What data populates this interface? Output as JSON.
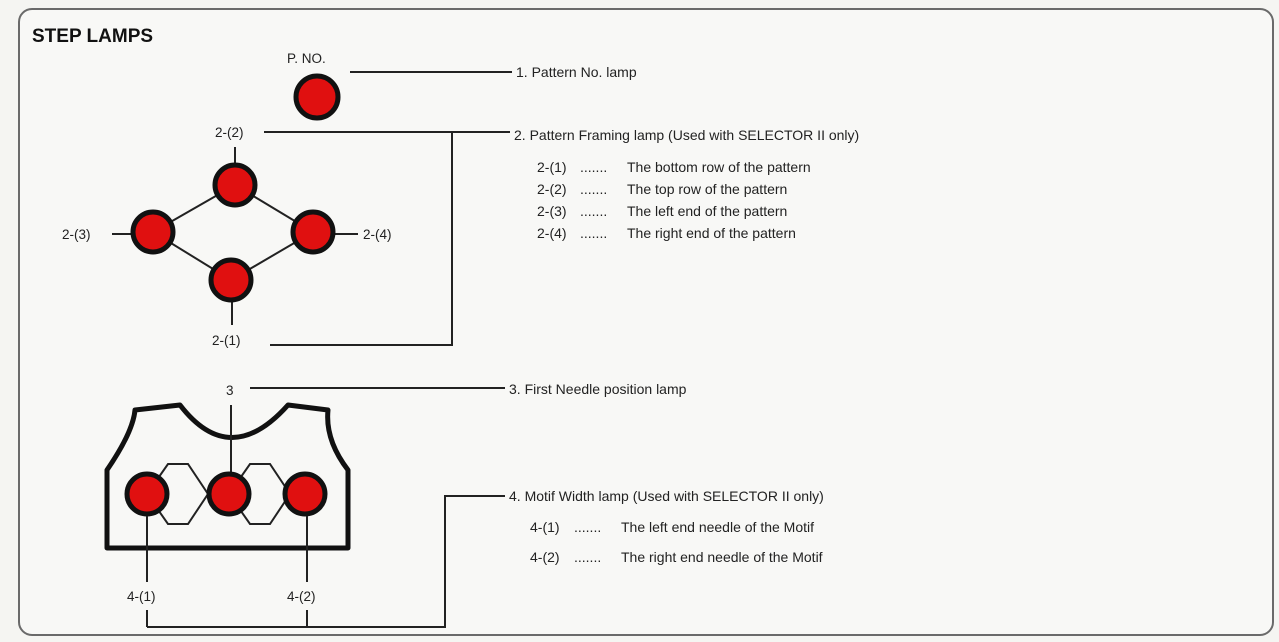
{
  "title": "STEP LAMPS",
  "colors": {
    "lamp": "#e01010",
    "line": "#222222"
  },
  "lamps": {
    "pattern_no": "P. NO.",
    "frame_2_1": "2-(1)",
    "frame_2_2": "2-(2)",
    "frame_2_3": "2-(3)",
    "frame_2_4": "2-(4)",
    "first_needle": "3",
    "motif_4_1": "4-(1)",
    "motif_4_2": "4-(2)"
  },
  "legend": {
    "item1": "1. Pattern No. lamp",
    "item2": "2. Pattern Framing lamp (Used with SELECTOR II only)",
    "item2_subs": [
      {
        "code": "2-(1)",
        "text": "The bottom row of the pattern"
      },
      {
        "code": "2-(2)",
        "text": "The top row of the pattern"
      },
      {
        "code": "2-(3)",
        "text": "The left end of the pattern"
      },
      {
        "code": "2-(4)",
        "text": "The right end of the pattern"
      }
    ],
    "item3": "3. First Needle position lamp",
    "item4": "4. Motif Width lamp (Used with SELECTOR II only)",
    "item4_subs": [
      {
        "code": "4-(1)",
        "text": "The left end needle of the Motif"
      },
      {
        "code": "4-(2)",
        "text": "The right end needle of the Motif"
      }
    ]
  }
}
